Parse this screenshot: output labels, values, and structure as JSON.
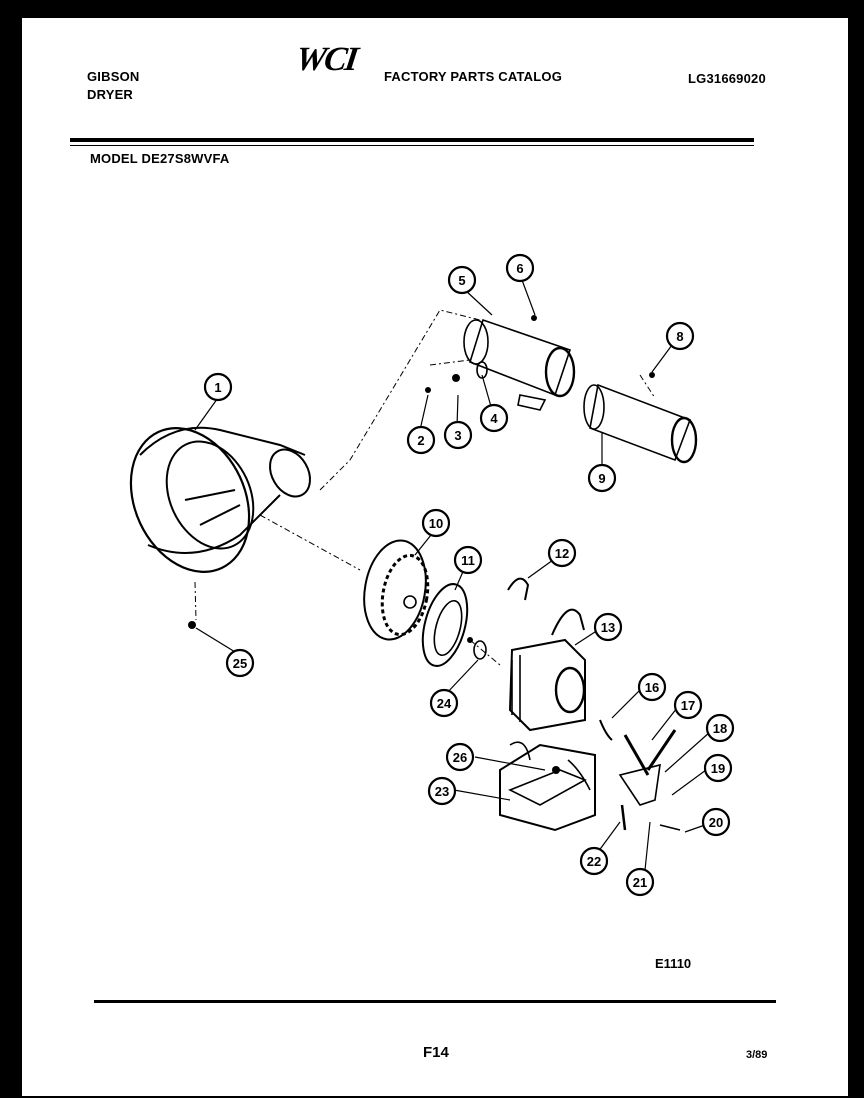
{
  "header": {
    "brand": "GIBSON",
    "product": "DRYER",
    "catalog_title": "FACTORY PARTS CATALOG",
    "logo": "WCI",
    "catalog_number": "LG31669020",
    "model": "MODEL DE27S8WVFA"
  },
  "diagram": {
    "part_callouts": [
      "1",
      "2",
      "3",
      "4",
      "5",
      "6",
      "8",
      "9",
      "8",
      "10",
      "11",
      "12",
      "13",
      "16",
      "17",
      "18",
      "19",
      "20",
      "21",
      "22",
      "23",
      "24",
      "25",
      "26"
    ],
    "figure_code": "E1110"
  },
  "footer": {
    "page_number": "F14",
    "date": "3/89"
  }
}
